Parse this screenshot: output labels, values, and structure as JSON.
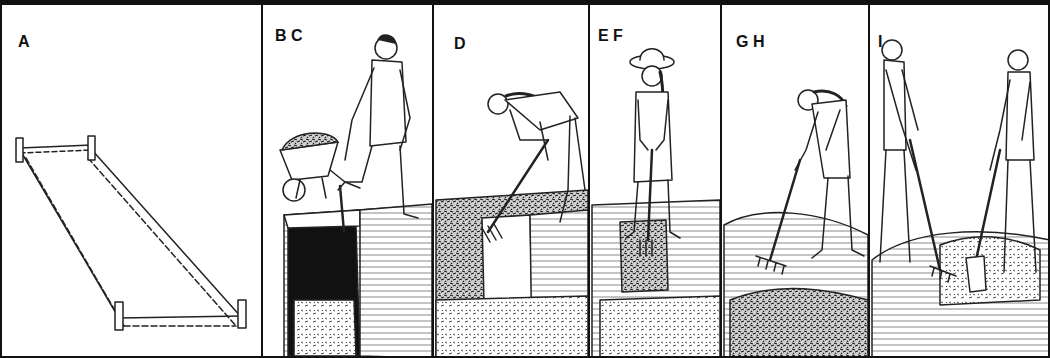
{
  "diagram": {
    "nodes": [
      {
        "text": [
          "A"
        ]
      },
      {
        "text": [
          "B C"
        ]
      },
      {
        "text": [
          "D"
        ]
      },
      {
        "text": [
          "E F"
        ]
      },
      {
        "text": [
          "G H"
        ]
      },
      {
        "text": [
          "I"
        ]
      }
    ]
  }
}
